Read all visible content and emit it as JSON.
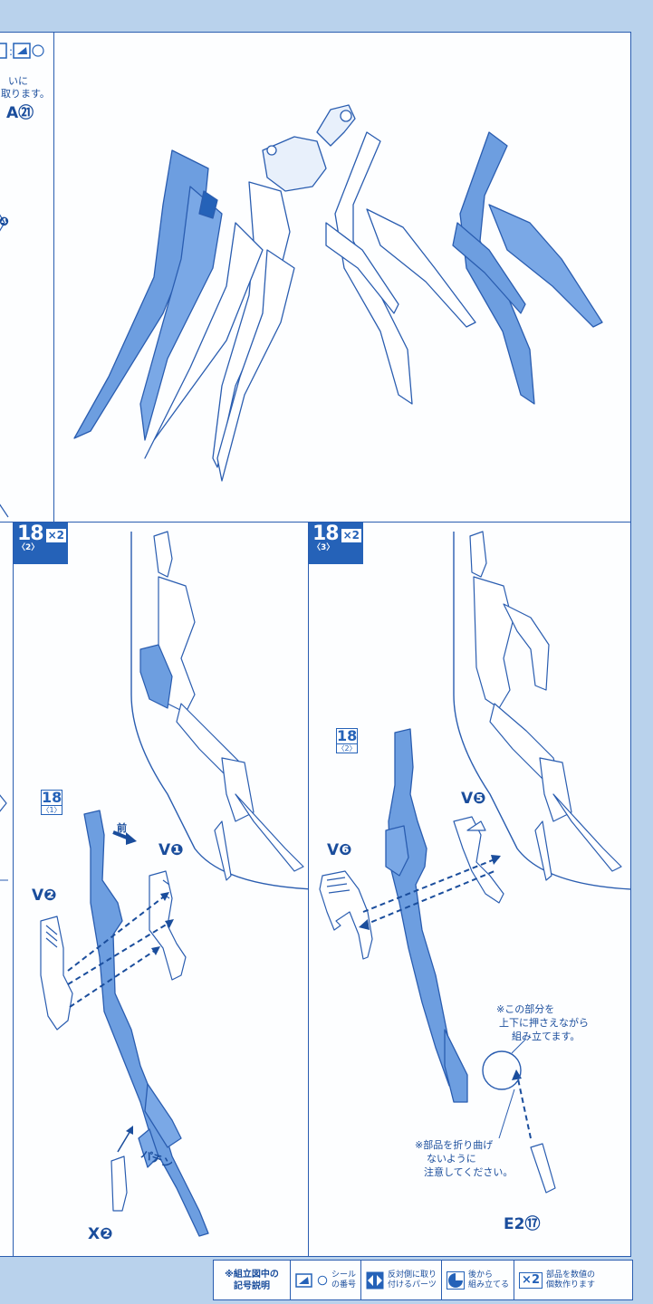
{
  "colors": {
    "primary": "#2562b8",
    "line": "#2a5db0",
    "fill": "#6d9ee0",
    "paper": "#fdfeff",
    "background": "#b9d2ec"
  },
  "top_left": {
    "icon_symbols": [
      "sticker-icon",
      "sticker-circle-icon"
    ],
    "note_line1": "いに",
    "note_line2": "取ります。",
    "part_ref": "A㉑"
  },
  "step2": {
    "step_number": "18",
    "step_sub": "〈2〉",
    "multiplier": "×2",
    "ref_badge": {
      "number": "18",
      "sub": "〈1〉"
    },
    "front_label": "前",
    "parts": [
      "V❶",
      "V❷",
      "X❷"
    ],
    "sound_effect": "パチン"
  },
  "step3": {
    "step_number": "18",
    "step_sub": "〈3〉",
    "multiplier": "×2",
    "ref_badge": {
      "number": "18",
      "sub": "〈2〉"
    },
    "parts": [
      "V❺",
      "V❻",
      "E2⑰"
    ],
    "note1": [
      "※この部分を",
      "上下に押さえながら",
      "組み立てます。"
    ],
    "note2": [
      "※部品を折り曲げ",
      "ないように",
      "注意してください。"
    ]
  },
  "legend": {
    "title": [
      "※組立図中の",
      "記号説明"
    ],
    "items": [
      {
        "icon": "sticker-icon",
        "label": [
          "シール",
          "の番号"
        ]
      },
      {
        "icon": "mirror-arrows-icon",
        "label": [
          "反対側に取り",
          "付けるパーツ"
        ]
      },
      {
        "icon": "assemble-later-icon",
        "label": [
          "後から",
          "組み立てる"
        ]
      },
      {
        "icon": "multiply-icon",
        "badge": "×2",
        "label": [
          "部品を数値の",
          "個数作ります"
        ]
      }
    ]
  }
}
